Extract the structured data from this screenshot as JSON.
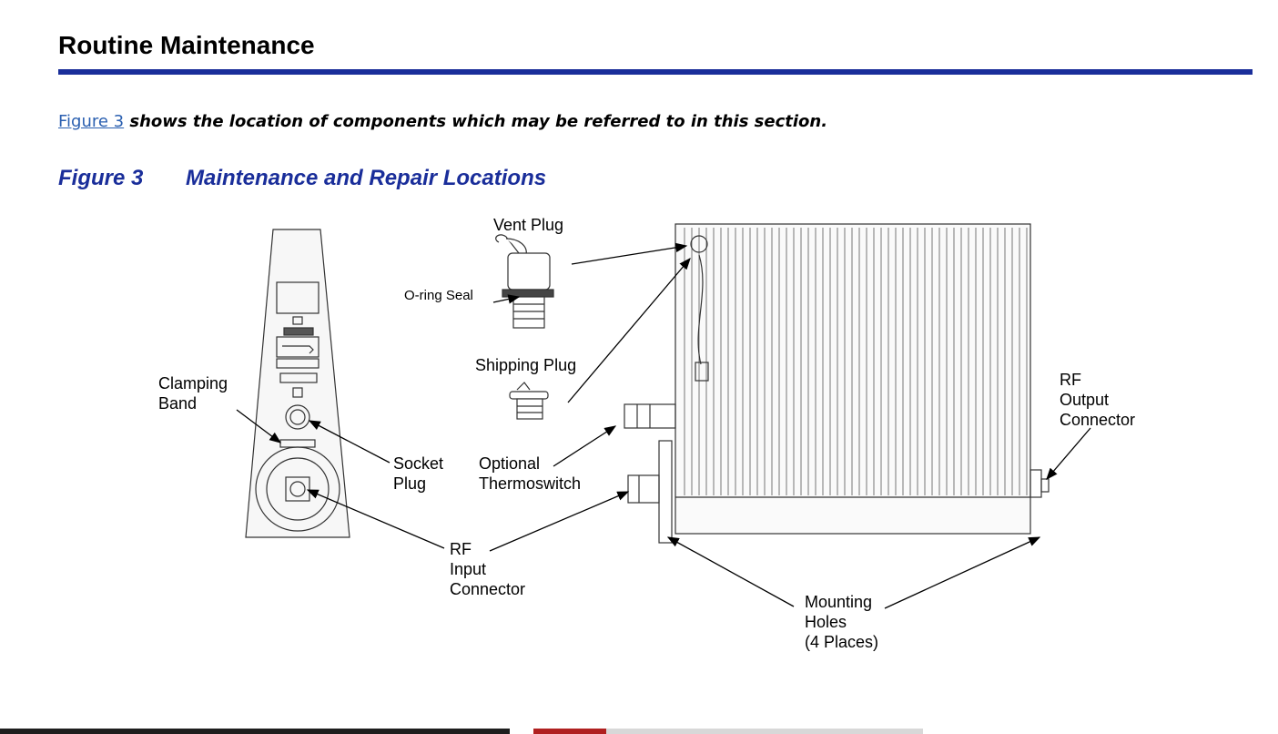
{
  "header": {
    "title": "Routine Maintenance"
  },
  "intro": {
    "link_text": "Figure 3",
    "text": " shows the location of components which may be referred to in this section."
  },
  "figure": {
    "number": "Figure 3",
    "caption": "Maintenance and Repair Locations"
  },
  "callouts": {
    "vent_plug": "Vent Plug",
    "oring_seal": "O-ring Seal",
    "shipping_plug": "Shipping Plug",
    "clamping_band": "Clamping\nBand",
    "socket_plug": "Socket\nPlug",
    "optional_thermoswitch": "Optional\nThermoswitch",
    "rf_input_connector": "RF\nInput\nConnector",
    "rf_output_connector": "RF\nOutput\nConnector",
    "mounting_holes": "Mounting\nHoles\n(4 Places)"
  },
  "colors": {
    "accent": "#1a2e9a",
    "link": "#2a5fb0"
  }
}
